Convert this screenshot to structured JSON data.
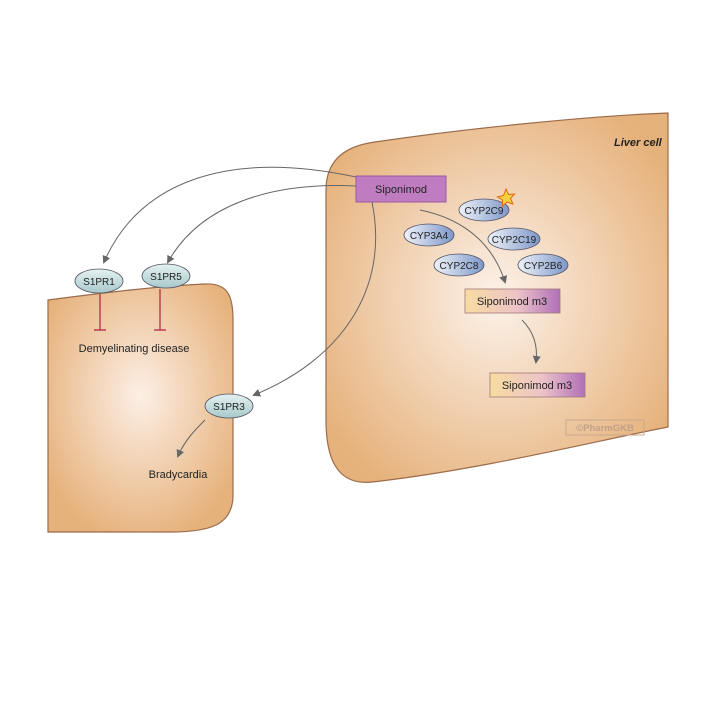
{
  "liver_cell": {
    "label": "Liver cell"
  },
  "drug": {
    "label": "Siponimod",
    "color": "#c07cc0"
  },
  "enzymes": [
    {
      "label": "CYP2C9",
      "note": "star-marker"
    },
    {
      "label": "CYP3A4"
    },
    {
      "label": "CYP2C19"
    },
    {
      "label": "CYP2C8"
    },
    {
      "label": "CYP2B6"
    }
  ],
  "metabolites": [
    {
      "label": "Siponimod m3"
    },
    {
      "label": "Siponimod m3"
    }
  ],
  "receptors": [
    {
      "label": "S1PR1"
    },
    {
      "label": "S1PR5"
    },
    {
      "label": "S1PR3"
    }
  ],
  "effects": {
    "demyelinating": "Demyelinating disease",
    "bradycardia": "Bradycardia"
  },
  "watermark": "©PharmGKB",
  "colors": {
    "cell_fill": "#e8b986",
    "cell_center": "#fbeee4",
    "cell_stroke": "#a07050",
    "receptor_fill": "#c7dfe0",
    "enzyme_fill": "#93acd6",
    "inhibit": "#b02040",
    "arrow": "#666666"
  }
}
